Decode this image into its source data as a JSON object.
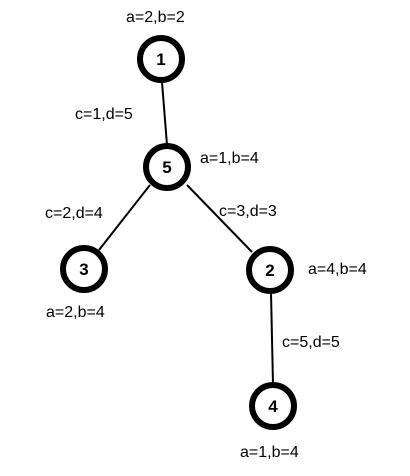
{
  "nodes": [
    {
      "id": "1",
      "label": "1",
      "attr": "a=2,b=2"
    },
    {
      "id": "5",
      "label": "5",
      "attr": "a=1,b=4"
    },
    {
      "id": "3",
      "label": "3",
      "attr": "a=2,b=4"
    },
    {
      "id": "2",
      "label": "2",
      "attr": "a=4,b=4"
    },
    {
      "id": "4",
      "label": "4",
      "attr": "a=1,b=4"
    }
  ],
  "edges": [
    {
      "from": "1",
      "to": "5",
      "label": "c=1,d=5"
    },
    {
      "from": "5",
      "to": "3",
      "label": "c=2,d=4"
    },
    {
      "from": "5",
      "to": "2",
      "label": "c=3,d=3"
    },
    {
      "from": "2",
      "to": "4",
      "label": "c=5,d=5"
    }
  ]
}
